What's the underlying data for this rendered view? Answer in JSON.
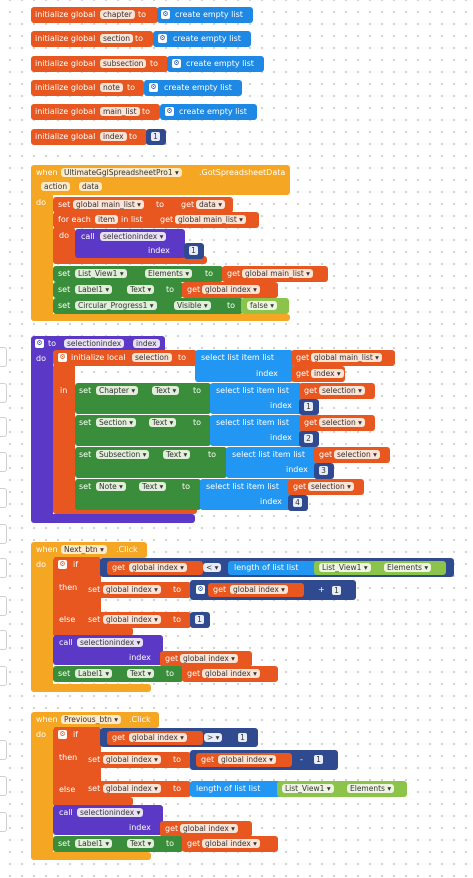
{
  "globals": [
    {
      "prefix": "initialize global",
      "name": "chapter",
      "to": "to",
      "value": "create empty list"
    },
    {
      "prefix": "initialize global",
      "name": "section",
      "to": "to",
      "value": "create empty list"
    },
    {
      "prefix": "initialize global",
      "name": "subsection",
      "to": "to",
      "value": "create empty list"
    },
    {
      "prefix": "initialize global",
      "name": "note",
      "to": "to",
      "value": "create empty list"
    },
    {
      "prefix": "initialize global",
      "name": "main_list",
      "to": "to",
      "value": "create empty list"
    },
    {
      "prefix": "initialize global",
      "name": "index",
      "to": "to",
      "value": "1"
    }
  ],
  "event1": {
    "when": "when",
    "component": "UltimateGglSpreadsheetPro1",
    "event": ".GotSpreadsheetData",
    "param1": "action",
    "param2": "data",
    "do": "do",
    "set_main": {
      "set": "set",
      "var": "global main_list",
      "to": "to",
      "get": "get",
      "val": "data"
    },
    "foreach": {
      "label": "for each",
      "item": "item",
      "inlist": "in list",
      "get": "get",
      "val": "global main_list"
    },
    "call": {
      "do": "do",
      "call": "call",
      "proc": "selectionindex",
      "index": "index",
      "num": "1"
    },
    "set1": {
      "set": "set",
      "comp": "List_View1",
      "prop": "Elements",
      "to": "to",
      "get": "get",
      "val": "global main_list"
    },
    "set2": {
      "set": "set",
      "comp": "Label1",
      "prop": "Text",
      "to": "to",
      "get": "get",
      "val": "global index"
    },
    "set3": {
      "set": "set",
      "comp": "Circular_Progress1",
      "prop": "Visible",
      "to": "to",
      "val": "false"
    }
  },
  "proc": {
    "to": "to",
    "name": "selectionindex",
    "param": "index",
    "do": "do",
    "init_local": "initialize local",
    "local": "selection",
    "to2": "to",
    "sel_item": "select list item  list",
    "get": "get",
    "main": "global main_list",
    "index_lbl": "index",
    "index_var": "index",
    "in": "in",
    "rows": [
      {
        "comp": "Chapter",
        "prop": "Text",
        "num": "1"
      },
      {
        "comp": "Section",
        "prop": "Text",
        "num": "2"
      },
      {
        "comp": "Subsection",
        "prop": "Text",
        "num": "3"
      },
      {
        "comp": "Note",
        "prop": "Text",
        "num": "4"
      }
    ],
    "set": "set",
    "to_lbl": "to",
    "selection": "selection"
  },
  "event2": {
    "when": "when",
    "comp": "Next_btn",
    "event": ".Click",
    "do": "do",
    "if": "if",
    "get": "get",
    "gidx": "global index",
    "op": "<",
    "length": "length of list  list",
    "lv": "List_View1",
    "elements": "Elements",
    "then": "then",
    "set": "set",
    "to": "to",
    "plus": "+",
    "one": "1",
    "else": "else",
    "call": "call",
    "proc": "selectionindex",
    "index": "index",
    "label": "Label1",
    "text": "Text"
  },
  "event3": {
    "when": "when",
    "comp": "Previous_btn",
    "event": ".Click",
    "do": "do",
    "if": "if",
    "get": "get",
    "gidx": "global index",
    "op": ">",
    "one": "1",
    "then": "then",
    "set": "set",
    "to": "to",
    "minus": "-",
    "else": "else",
    "length": "length of list  list",
    "lv": "List_View1",
    "elements": "Elements",
    "call": "call",
    "proc": "selectionindex",
    "index": "index",
    "label": "Label1",
    "text": "Text"
  }
}
